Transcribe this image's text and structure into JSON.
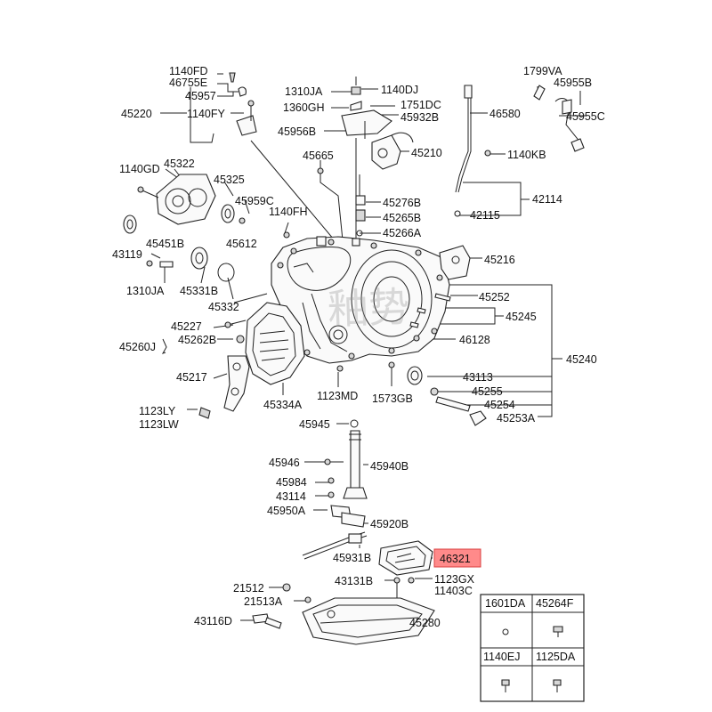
{
  "diagram": {
    "watermark": "釉势",
    "highlighted_part": "46321",
    "labels": {
      "l1140FD": "1140FD",
      "l46755E": "46755E",
      "l45957": "45957",
      "l45220": "45220",
      "l1140FY": "1140FY",
      "l1310JA_top": "1310JA",
      "l1360GH": "1360GH",
      "l1140DJ": "1140DJ",
      "l1751DC": "1751DC",
      "l45932B": "45932B",
      "l45956B": "45956B",
      "l45210": "45210",
      "l1799VA": "1799VA",
      "l45955B": "45955B",
      "l45955C": "45955C",
      "l46580": "46580",
      "l1140KB": "1140KB",
      "l1140GD": "1140GD",
      "l45322": "45322",
      "l45325": "45325",
      "l45959C": "45959C",
      "l45665": "45665",
      "l45276B": "45276B",
      "l42114": "42114",
      "l1140FH": "1140FH",
      "l45265B": "45265B",
      "l42115": "42115",
      "l43119": "43119",
      "l45612": "45612",
      "l45266A": "45266A",
      "l45451B": "45451B",
      "l45216": "45216",
      "l1310JA_left": "1310JA",
      "l45331B": "45331B",
      "l45252": "45252",
      "l45332": "45332",
      "l45245": "45245",
      "l45227": "45227",
      "l45260J": "45260J",
      "l45262B": "45262B",
      "l46128": "46128",
      "l45240": "45240",
      "l45217": "45217",
      "l43113": "43113",
      "l45255": "45255",
      "l1123LY": "1123LY",
      "l1123LW": "1123LW",
      "l45334A": "45334A",
      "l1123MD": "1123MD",
      "l1573GB": "1573GB",
      "l45254": "45254",
      "l45253A": "45253A",
      "l45945": "45945",
      "l45946": "45946",
      "l45940B": "45940B",
      "l45984": "45984",
      "l43114": "43114",
      "l45950A": "45950A",
      "l45920B": "45920B",
      "l45931B": "45931B",
      "l46321": "46321",
      "l43131B": "43131B",
      "l1123GX": "1123GX",
      "l11403C": "11403C",
      "l21512": "21512",
      "l21513A": "21513A",
      "l43116D": "43116D",
      "l45280": "45280"
    },
    "legend_table": {
      "headers": [
        "1601DA",
        "45264F",
        "1140EJ",
        "1125DA"
      ]
    }
  }
}
